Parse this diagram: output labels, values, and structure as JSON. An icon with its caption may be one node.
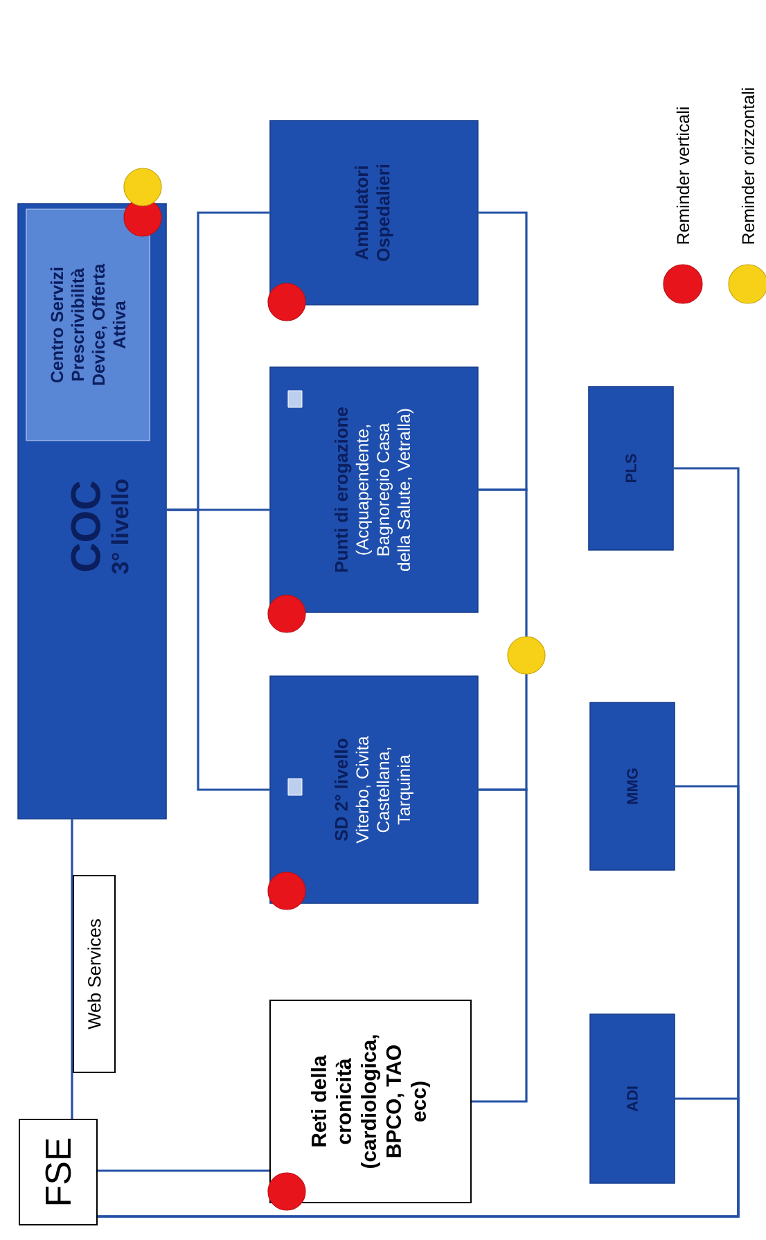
{
  "diagram": {
    "nodes": [
      {
        "text": [
          "FSE"
        ]
      },
      {
        "text": [
          "COC",
          "3° livello"
        ]
      },
      {
        "text": [
          "Centro Servizi Prescrivibilità Device, Offerta Attiva"
        ],
        "in": 1
      },
      {
        "text": [
          "Reti della cronicità (cardiologica, BPCO, TAO ecc)"
        ]
      },
      {
        "text": [
          "SD 2° livello",
          "Viterbo, Civita Castellana, Tarquinia"
        ]
      },
      {
        "text": [
          "Punti di erogazione",
          "(Acquapendente, Bagnoregio Casa della Salute, Vetralla)"
        ]
      },
      {
        "text": [
          "Ambulatori Ospedalieri"
        ]
      },
      {
        "text": [
          "ADI"
        ]
      },
      {
        "text": [
          "MMG"
        ]
      },
      {
        "text": [
          "PLS"
        ]
      }
    ],
    "edges": [
      {
        "from": 0,
        "to": 1,
        "arrow": "none",
        "label": "Web Services"
      },
      {
        "from": 0,
        "to": 3,
        "arrow": "none"
      },
      {
        "from": 0,
        "to": 7,
        "arrow": "none"
      },
      {
        "from": 0,
        "to": 8,
        "arrow": "none"
      },
      {
        "from": 0,
        "to": 9,
        "arrow": "none"
      },
      {
        "from": 1,
        "to": 6,
        "arrow": "none"
      },
      {
        "from": 1,
        "to": 5,
        "arrow": "none"
      },
      {
        "from": 1,
        "to": 4,
        "arrow": "none"
      },
      {
        "from": 6,
        "to": 5,
        "arrow": "none"
      },
      {
        "from": 5,
        "to": 4,
        "arrow": "none"
      },
      {
        "from": 4,
        "to": 3,
        "arrow": "none"
      }
    ],
    "legend": [
      {
        "text": "Reminder verticali",
        "color": "#e8141b"
      },
      {
        "text": "Reminder orizzontali",
        "color": "#f7d117"
      }
    ]
  }
}
